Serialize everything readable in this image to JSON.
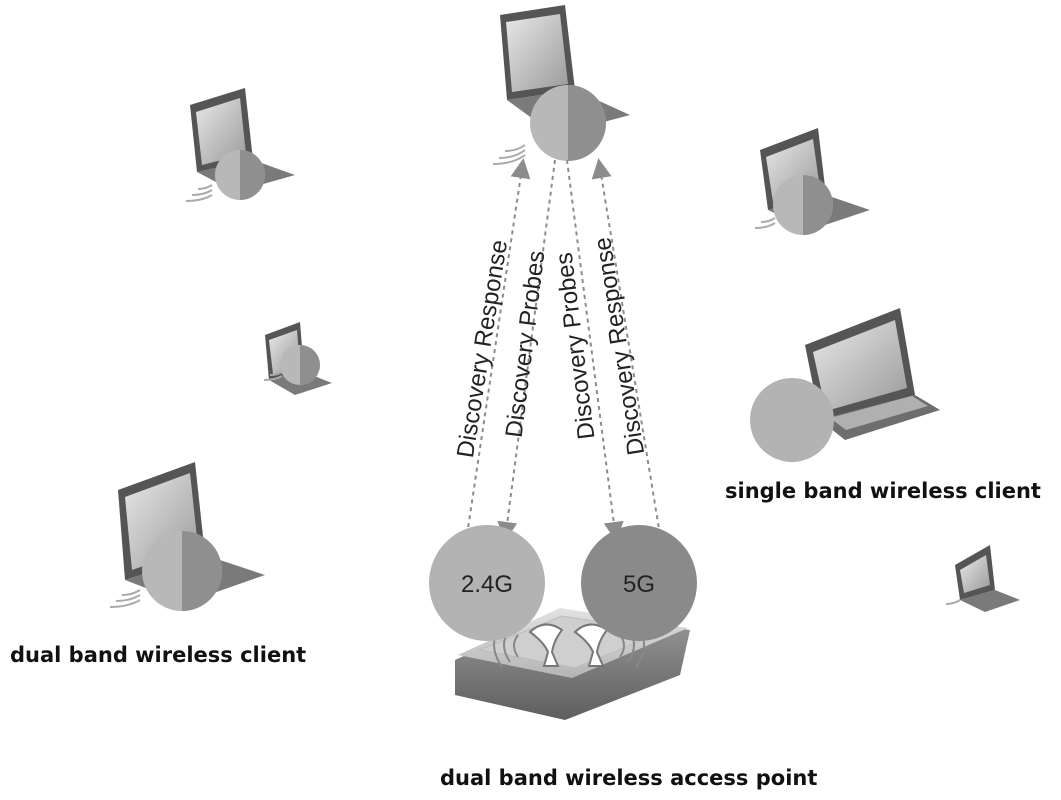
{
  "labels": {
    "dual_client": "dual band wireless client",
    "single_client": "single band wireless client",
    "access_point": "dual band wireless access point"
  },
  "bands": {
    "band_24": "2.4G",
    "band_5": "5G"
  },
  "arrows": {
    "a1": "Discovery Response",
    "a2": "Discovery Probes",
    "a3": "Discovery Probes",
    "a4": "Discovery Response"
  },
  "colors": {
    "band_24": "#b3b3b3",
    "band_5": "#8a8a8a",
    "pie_light": "#b8b8b8",
    "pie_dark": "#8f8f8f"
  }
}
